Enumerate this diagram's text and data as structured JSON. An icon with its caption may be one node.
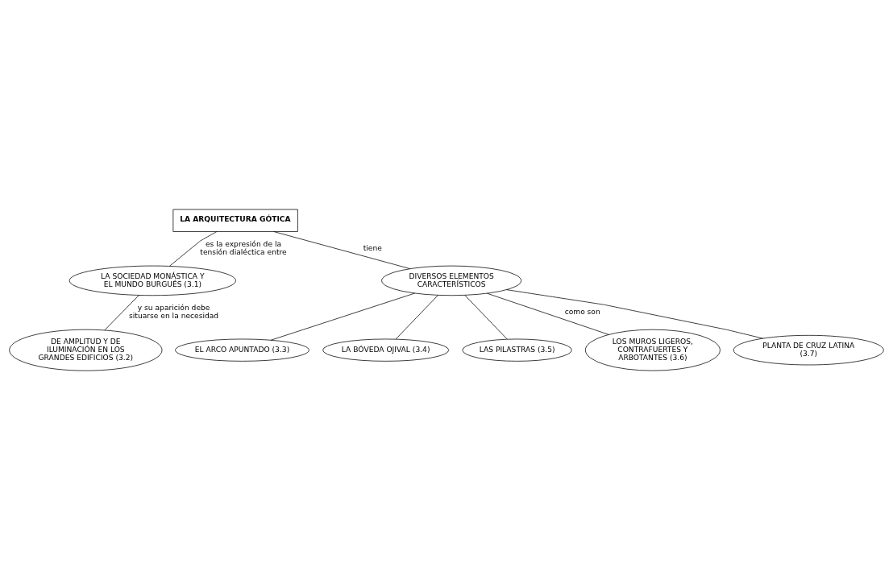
{
  "diagram": {
    "nodes": [
      {
        "text": [
          "LA ARQUITECTURA GÓTICA"
        ]
      },
      {
        "text": [
          "LA SOCIEDAD MONÁSTICA Y EL MUNDO BURGUÉS (3.1)"
        ]
      },
      {
        "text": [
          "DE AMPLITUD Y DE ILUMINACIÓN EN LOS GRANDES EDIFICIOS (3.2)"
        ]
      },
      {
        "text": [
          "DIVERSOS ELEMENTOS CARACTERÍSTICOS"
        ]
      },
      {
        "text": [
          "EL ARCO APUNTADO (3.3)"
        ]
      },
      {
        "text": [
          "LA BÓVEDA OJIVAL (3.4)"
        ]
      },
      {
        "text": [
          "LAS PILASTRAS (3.5)"
        ]
      },
      {
        "text": [
          "LOS MUROS LIGEROS, CONTRAFUERTES Y ARBOTANTES (3.6)"
        ]
      },
      {
        "text": [
          "PLANTA DE CRUZ LATINA (3.7)"
        ]
      }
    ],
    "edges": [
      {
        "from": 0,
        "to": 1,
        "arrow": "none",
        "label": "es la expresión de la tensión dialéctica entre"
      },
      {
        "from": 1,
        "to": 2,
        "arrow": "none",
        "label": "y su aparición debe situarse en la necesidad"
      },
      {
        "from": 0,
        "to": 3,
        "arrow": "none",
        "label": "tiene"
      },
      {
        "from": 3,
        "to": 4,
        "arrow": "none"
      },
      {
        "from": 3,
        "to": 5,
        "arrow": "none"
      },
      {
        "from": 3,
        "to": 6,
        "arrow": "none"
      },
      {
        "from": 3,
        "to": 7,
        "arrow": "none",
        "label": "como son"
      },
      {
        "from": 3,
        "to": 8,
        "arrow": "none"
      }
    ]
  }
}
